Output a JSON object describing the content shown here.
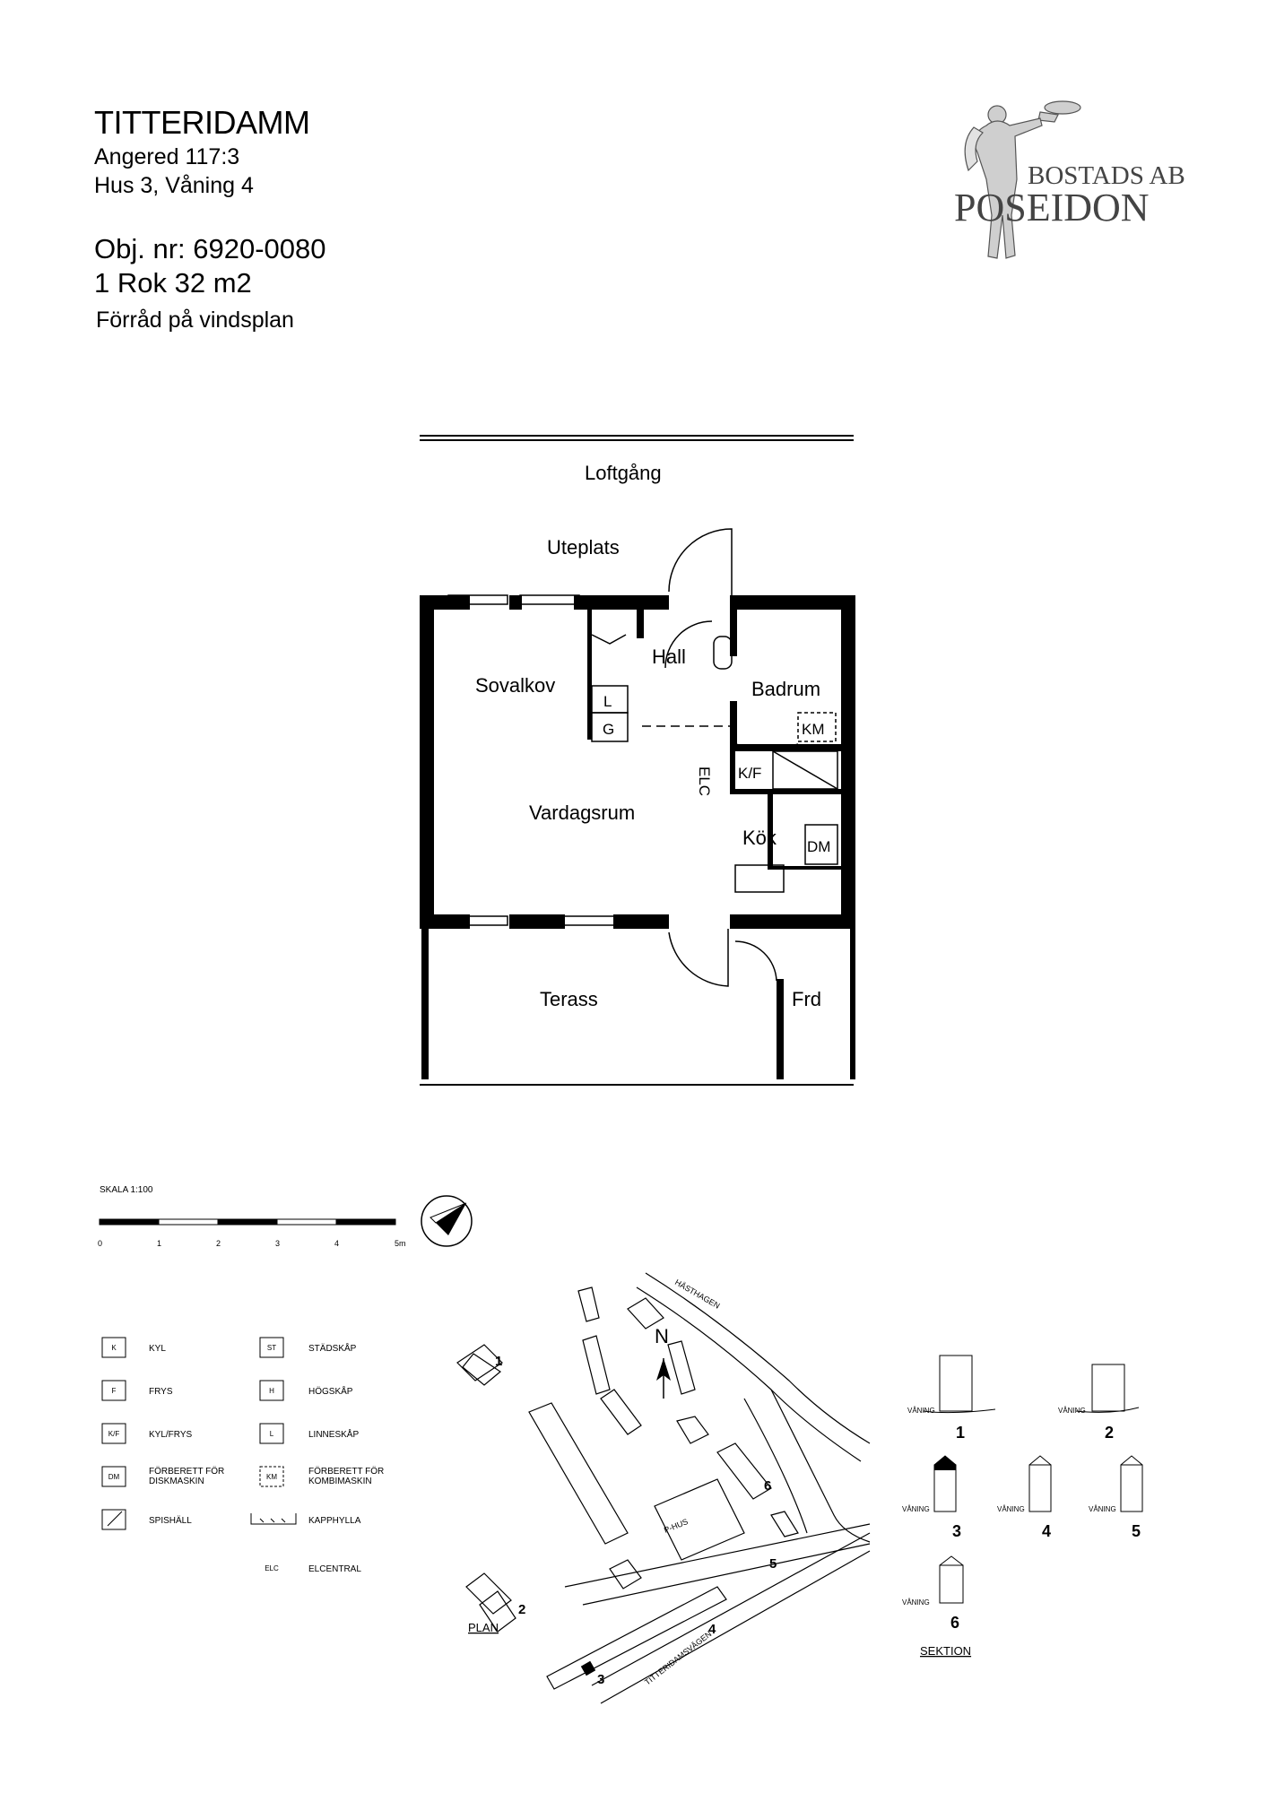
{
  "header": {
    "title": "TITTERIDAMM",
    "property": "Angered 117:3",
    "building": "Hus 3, Våning 4",
    "object_number": "Obj. nr: 6920-0080",
    "size": "1 Rok 32 m2",
    "storage_note": "Förråd på vindsplan"
  },
  "logo": {
    "line1": "BOSTADS AB",
    "line2": "POSEIDON"
  },
  "floorplan": {
    "loftgang": "Loftgång",
    "uteplats": "Uteplats",
    "hall": "Hall",
    "sovalkov": "Sovalkov",
    "badrum": "Badrum",
    "vardagsrum": "Vardagsrum",
    "kok": "Kök",
    "terrass": "Terass",
    "frd": "Frd",
    "sym_l": "L",
    "sym_g": "G",
    "sym_km": "KM",
    "sym_kf": "K/F",
    "sym_dm": "DM",
    "elc": "ELC"
  },
  "scale": {
    "label": "SKALA 1:100",
    "ticks": [
      "0",
      "1",
      "2",
      "3",
      "4",
      "5m"
    ]
  },
  "legend": {
    "items": [
      {
        "symbol": "K",
        "label": "KYL"
      },
      {
        "symbol": "F",
        "label": "FRYS"
      },
      {
        "symbol": "K/F",
        "label": "KYL/FRYS"
      },
      {
        "symbol": "DM",
        "label": "FÖRBERETT FÖR\nDISKMASKIN"
      },
      {
        "symbol": "",
        "label": "SPISHÄLL"
      },
      {
        "symbol": "ST",
        "label": "STÄDSKÅP"
      },
      {
        "symbol": "H",
        "label": "HÖGSKÅP"
      },
      {
        "symbol": "L",
        "label": "LINNESKÅP"
      },
      {
        "symbol": "KM",
        "label": "FÖRBERETT FÖR\nKOMBIMASKIN"
      },
      {
        "symbol": "",
        "label": "KAPPHYLLA"
      },
      {
        "symbol": "ELC",
        "label": "ELCENTRAL"
      }
    ]
  },
  "siteplan": {
    "north": "N",
    "plan_label": "PLAN",
    "street1": "HÄSTHAGEN",
    "street2": "TITTERIDAMSVÄGEN",
    "parking": "P-HUS",
    "buildings": [
      "1",
      "2",
      "3",
      "4",
      "5",
      "6"
    ]
  },
  "section": {
    "label": "SEKTION",
    "floor_word": "VÅNING",
    "houses": [
      "1",
      "2",
      "3",
      "4",
      "5",
      "6"
    ]
  }
}
